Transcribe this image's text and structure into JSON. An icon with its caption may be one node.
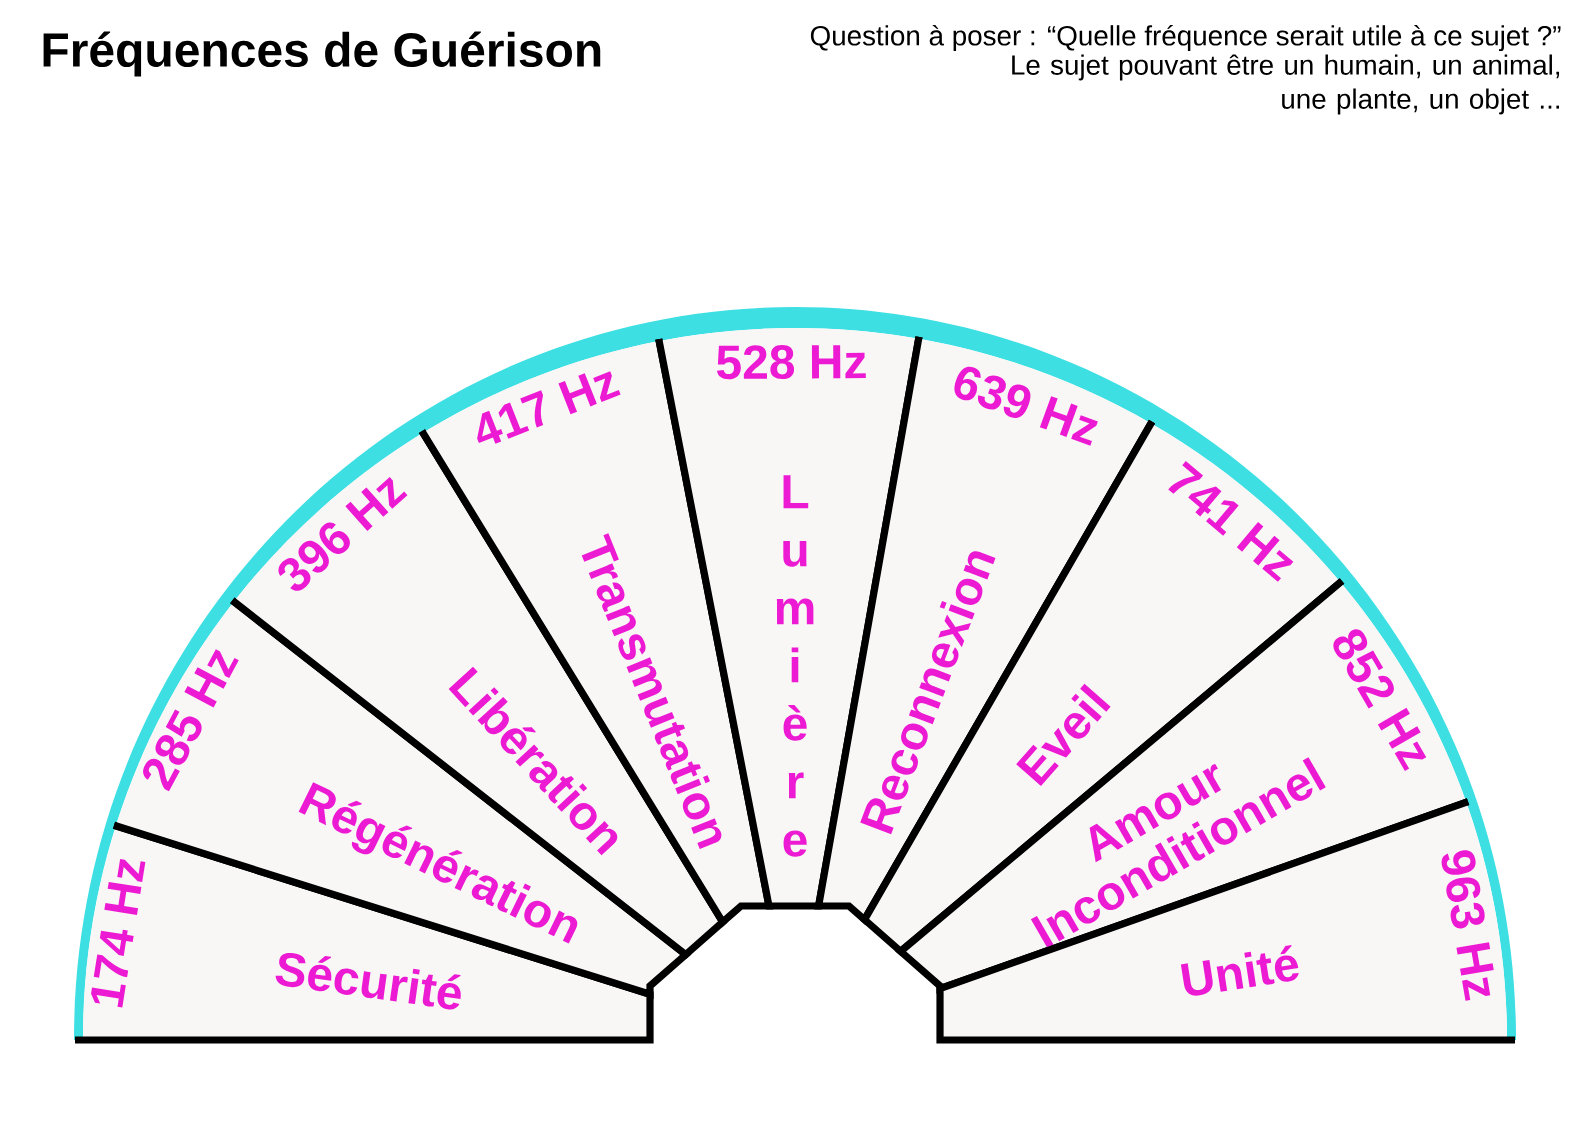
{
  "diagram": {
    "title": "Fréquences de Guérison",
    "nodes": [
      {
        "text": [
          "174 Hz",
          "Sécurité"
        ]
      },
      {
        "text": [
          "285 Hz",
          "Régénération"
        ]
      },
      {
        "text": [
          "396 Hz",
          "Libération"
        ]
      },
      {
        "text": [
          "417 Hz",
          "Transmutation"
        ]
      },
      {
        "text": [
          "528 Hz",
          "Lumière"
        ]
      },
      {
        "text": [
          "639 Hz",
          "Reconnexion"
        ]
      },
      {
        "text": [
          "741 Hz",
          "Eveil"
        ]
      },
      {
        "text": [
          "852 Hz",
          "Amour Inconditionnel"
        ]
      },
      {
        "text": [
          "963 Hz",
          "Unité"
        ]
      }
    ],
    "labels": [
      "Question à poser : “Quelle fréquence serait utile à ce sujet ?”",
      "Le sujet pouvant être un humain, un animal, une plante, un objet ..."
    ]
  }
}
